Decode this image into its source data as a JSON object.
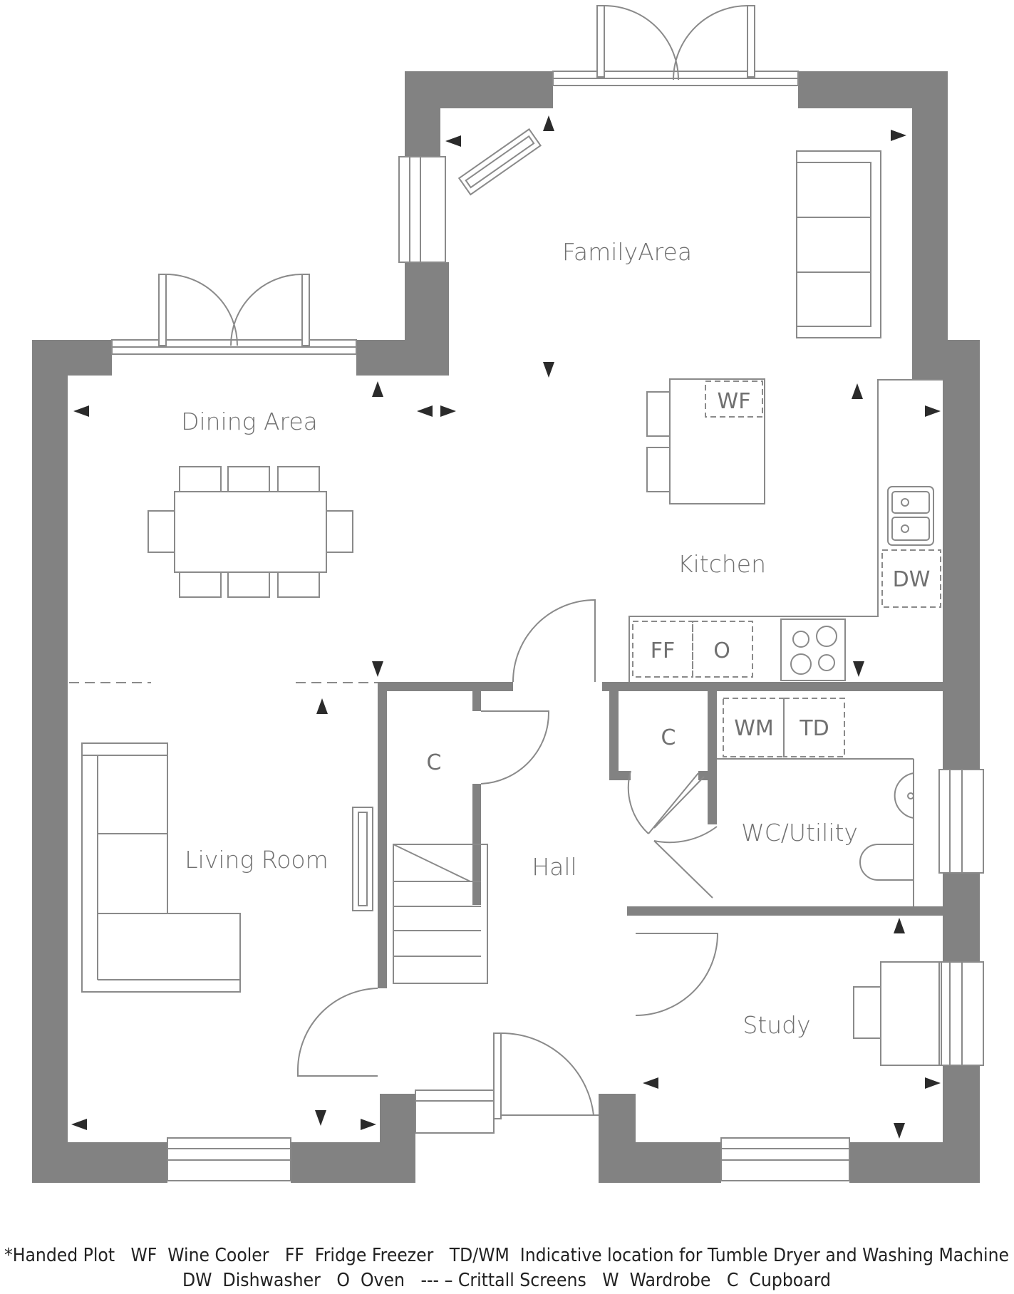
{
  "colors": {
    "wall": "#828282",
    "line": "#8a8a8a",
    "text": "#707070",
    "arrow": "#2b2b2b"
  },
  "rooms": {
    "family_area": "FamilyArea",
    "dining_area": "Dining Area",
    "kitchen": "Kitchen",
    "living_room": "Living Room",
    "hall": "Hall",
    "wc_utility": "WC/Utility",
    "study": "Study",
    "cupboard_hall": "C",
    "cupboard_utility": "C"
  },
  "appliances": {
    "wine_cooler": "WF",
    "dishwasher": "DW",
    "fridge_freezer": "FF",
    "oven": "O",
    "washing_machine": "WM",
    "tumble_dryer": "TD"
  },
  "legend": {
    "line1": "*Handed Plot   WF  Wine Cooler   FF  Fridge Freezer   TD/WM  Indicative location for Tumble Dryer and Washing Machine",
    "line2": "DW  Dishwasher   O  Oven   --- – Crittall Screens   W  Wardrobe   C  Cupboard"
  }
}
